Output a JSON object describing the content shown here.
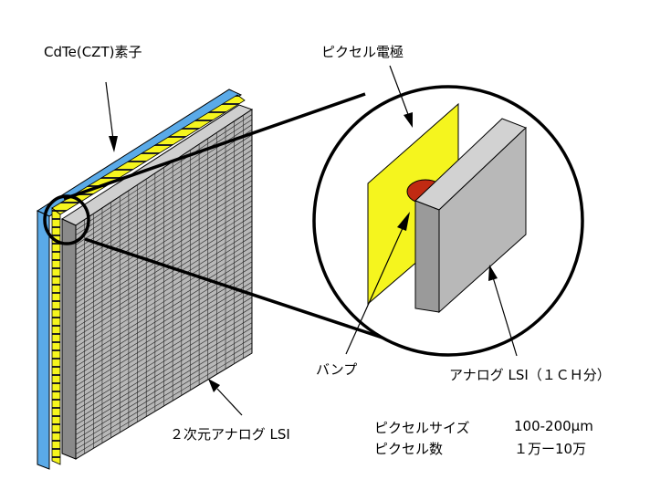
{
  "labels": {
    "sensor": "CdTe(CZT)素子",
    "pixel_electrode": "ピクセル電極",
    "bump": "バンプ",
    "analog_lsi_1ch": "アナログ  LSI（１ＣＨ分）",
    "analog_lsi_2d": "２次元アナログ LSI"
  },
  "specs": [
    {
      "label": "ピクセルサイズ",
      "value": "100-200μm"
    },
    {
      "label": "ピクセル数",
      "value": "１万ー10万"
    }
  ],
  "colors": {
    "sensor_blue": "#5aaae8",
    "electrode_yellow": "#f5f51e",
    "lsi_gray": "#b8b8b8",
    "lsi_gray_dark": "#8a8a8a",
    "bump_red": "#c02a12",
    "outline": "#000000"
  },
  "grid": {
    "columns": 20,
    "rows": 48
  }
}
